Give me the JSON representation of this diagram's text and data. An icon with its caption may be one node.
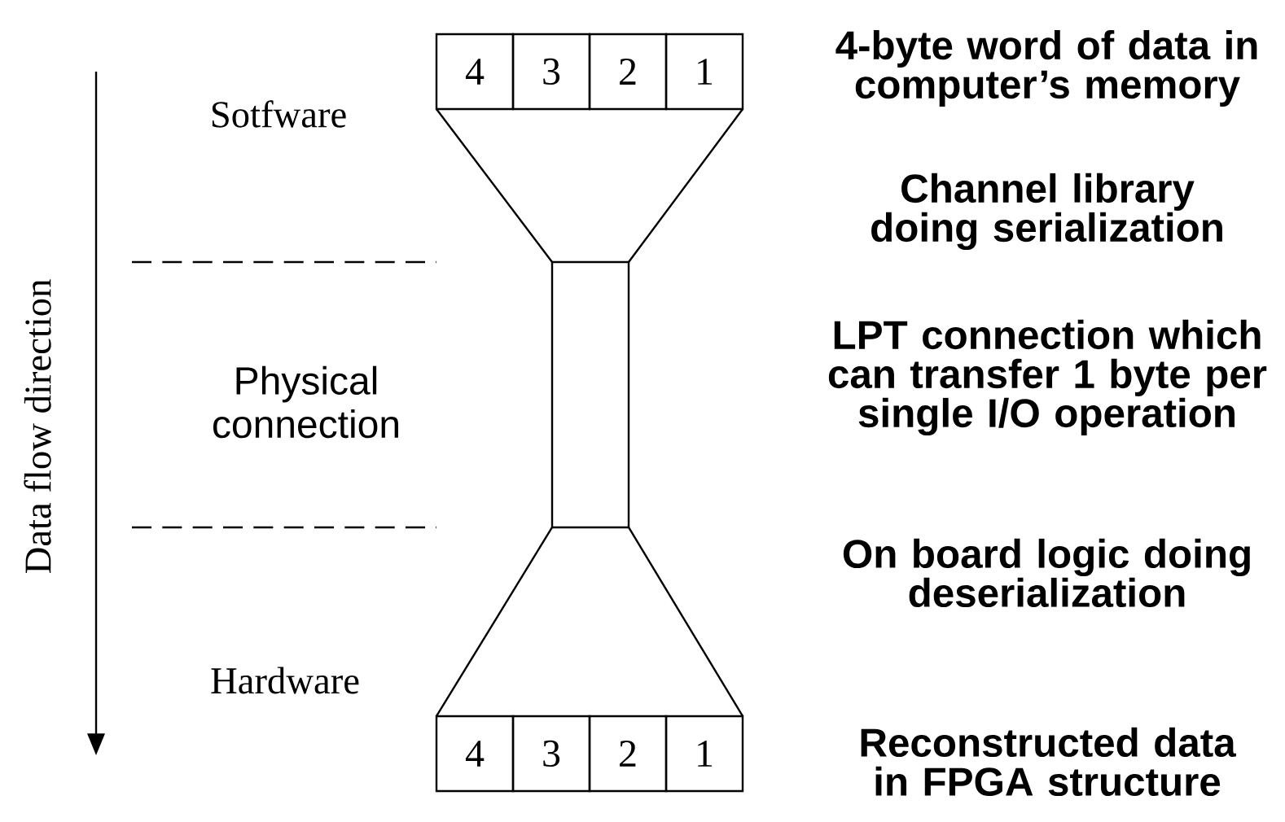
{
  "diagram": {
    "nodes": [
      {
        "text": [
          "4"
        ]
      },
      {
        "text": [
          "3"
        ]
      },
      {
        "text": [
          "2"
        ]
      },
      {
        "text": [
          "1"
        ]
      },
      {
        "text": [],
        "shape": "box"
      },
      {
        "text": [
          "4"
        ]
      },
      {
        "text": [
          "3"
        ]
      },
      {
        "text": [
          "2"
        ]
      },
      {
        "text": [
          "1"
        ]
      }
    ],
    "labels": [
      "Data flow direction",
      "Sotfware",
      "Physical connection",
      "Hardware",
      "4-byte word of data in computer’s memory",
      "Channel library doing serialization",
      "LPT connection which can transfer 1 byte per single I/O operation",
      "On board logic doing deserialization",
      "Reconstructed data in FPGA structure"
    ]
  }
}
